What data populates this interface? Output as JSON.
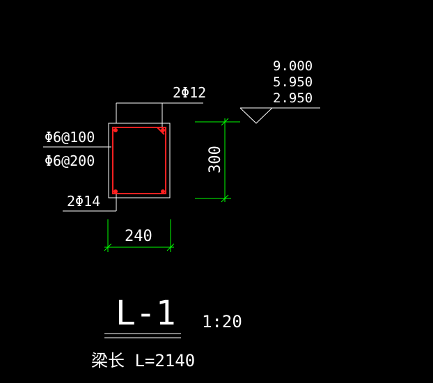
{
  "colors": {
    "background": "#000000",
    "outline": "#ffffff",
    "rebar": "#ff2020",
    "dimension": "#00ff00"
  },
  "section": {
    "top_rebar": "2Φ12",
    "stirrup_dense": "Φ6@100",
    "stirrup_sparse": "Φ6@200",
    "bottom_rebar": "2Φ14",
    "width_dim": "240",
    "height_dim": "300"
  },
  "elevations": [
    "9.000",
    "5.950",
    "2.950"
  ],
  "title": {
    "name": "L-1",
    "scale": "1:20",
    "length_note": "梁长 L=2140"
  }
}
